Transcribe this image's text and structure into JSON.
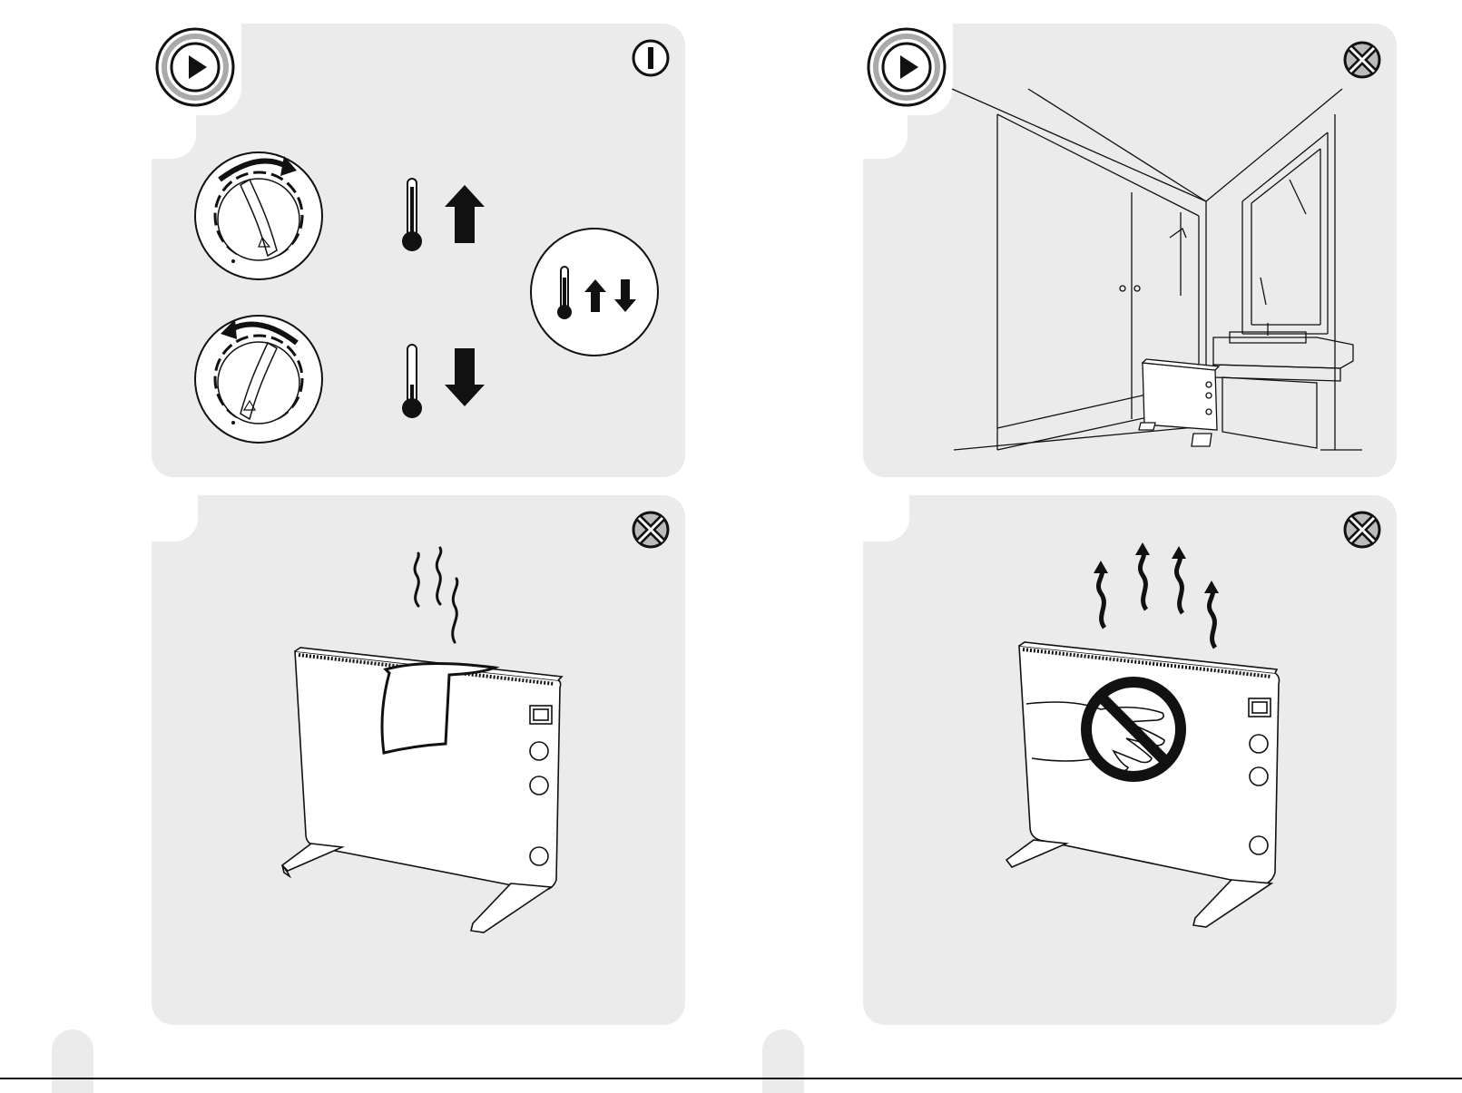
{
  "page": {
    "background": "#ffffff",
    "panel_color": "#ebebeb",
    "line_color": "#111111"
  },
  "panels": [
    {
      "id": "panel-temperature-knob",
      "badge_icon": "play-icon",
      "corner_icon": "power-icon",
      "items": [
        "knob-clockwise-icon",
        "thermometer-up-icon",
        "knob-counterclockwise-icon",
        "thermometer-down-icon",
        "thermometer-up-down-icon"
      ]
    },
    {
      "id": "panel-bathroom",
      "badge_icon": "play-icon",
      "corner_icon": "prohibited-x-icon",
      "items": [
        "bathroom-scene-illustration",
        "heater-illustration"
      ]
    },
    {
      "id": "panel-towel-on-heater",
      "corner_icon": "prohibited-x-icon",
      "items": [
        "heater-illustration",
        "towel-icon",
        "steam-icon"
      ]
    },
    {
      "id": "panel-do-not-touch",
      "corner_icon": "prohibited-x-icon",
      "items": [
        "heater-illustration",
        "heat-waves-icon",
        "no-touch-hand-icon"
      ]
    }
  ]
}
